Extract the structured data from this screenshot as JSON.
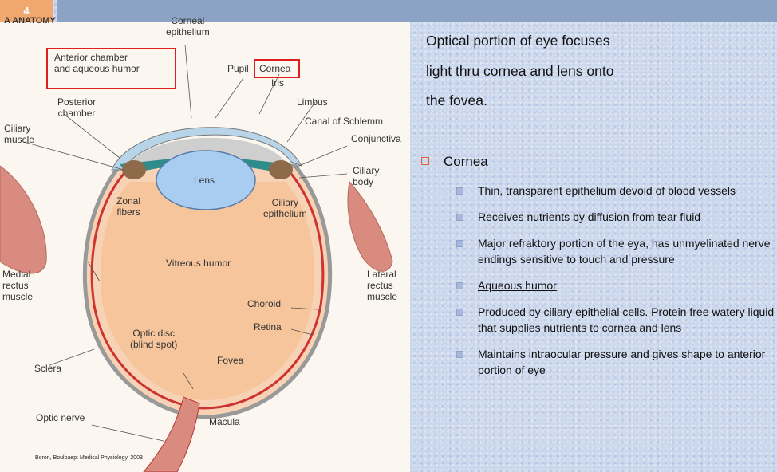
{
  "slide_number": "4",
  "diagram": {
    "panel_label": "A  ANATOMY",
    "labels": {
      "corneal_epithelium": "Corneal\nepithelium",
      "anterior_chamber": "Anterior chamber\nand aqueous humor",
      "pupil": "Pupil",
      "cornea": "Cornea",
      "iris": "Iris",
      "posterior_chamber": "Posterior\nchamber",
      "limbus": "Limbus",
      "canal_of_schlemm": "Canal of Schlemm",
      "ciliary_muscle": "Ciliary\nmuscle",
      "conjunctiva": "Conjunctiva",
      "lens": "Lens",
      "ciliary_body": "Ciliary\nbody",
      "zonal_fibers": "Zonal\nfibers",
      "ciliary_epithelium": "Ciliary\nepithelium",
      "vitreous_humor": "Vitreous humor",
      "medial_rectus": "Medial\nrectus\nmuscle",
      "lateral_rectus": "Lateral\nrectus\nmuscle",
      "choroid": "Choroid",
      "retina": "Retina",
      "optic_disc": "Optic disc\n(blind spot)",
      "sclera": "Sclera",
      "fovea": "Fovea",
      "optic_nerve": "Optic nerve",
      "macula": "Macula"
    },
    "credit": "Boron, Boulpaep: Medical Physiology, 2003"
  },
  "text": {
    "intro_lines": [
      "Optical portion of eye focuses",
      "light thru cornea and lens onto",
      "the fovea."
    ],
    "heading": "Cornea",
    "bullets": [
      "Thin, transparent epithelium devoid of blood vessels",
      "Receives nutrients by diffusion from tear fluid",
      "Major refraktory portion of the eya, has unmyelinated nerve endings sensitive to touch and pressure",
      "Aqueous humor",
      "Produced by ciliary epithelial cells. Protein free watery liquid that supplies nutrients to cornea and lens",
      "Maintains intraocular pressure and gives shape to anterior portion of eye"
    ]
  },
  "colors": {
    "header_orange": "#f0a86e",
    "header_blue": "#8da3c6",
    "highlight_red": "#e02020"
  }
}
